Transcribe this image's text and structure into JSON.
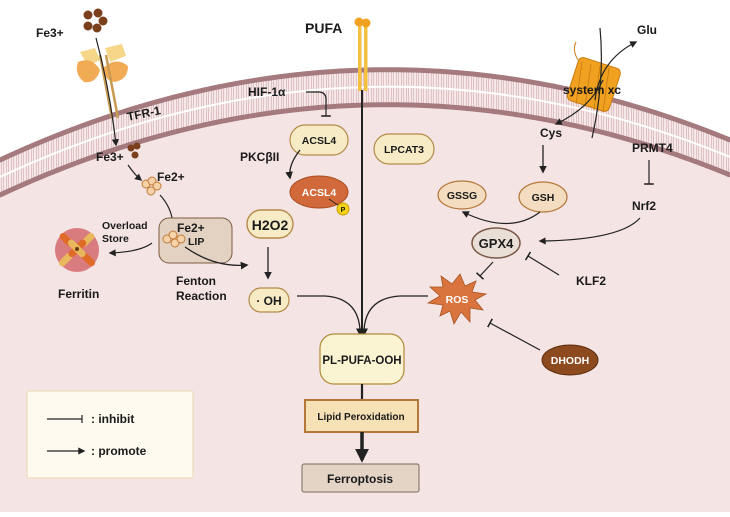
{
  "figure": {
    "title_labels": {
      "pufa": "PUFA",
      "fe3_outside": "Fe3+",
      "tfr1": "TFR-1",
      "fe3_inside": "Fe3+",
      "fe2": "Fe2+",
      "lip_fe2": "Fe2+",
      "lip": "LIP",
      "overload": "Overload",
      "store": "Store",
      "ferritin": "Ferritin",
      "fenton_1": "Fenton",
      "fenton_2": "Reaction",
      "hif": "HIF-1α",
      "pkc": "PKCβII",
      "glu": "Glu",
      "system_xc": "system xc",
      "cys": "Cys",
      "prmt4": "PRMT4",
      "nrf2": "Nrf2",
      "klf2": "KLF2"
    },
    "nodes": {
      "acsl4_top": "ACSL4",
      "acsl4_p": "ACSL4",
      "phospho": "P",
      "lpcat3": "LPCAT3",
      "h2o2": "H2O2",
      "oh": "· OH",
      "gssg": "GSSG",
      "gsh": "GSH",
      "gpx4": "GPX4",
      "ros": "ROS",
      "dhodh": "DHODH",
      "pl_pufa_ooh": "PL-PUFA-OOH",
      "lipid_peroxidation": "Lipid Peroxidation",
      "ferroptosis": "Ferroptosis"
    },
    "legend": {
      "inhibit": ": inhibit",
      "promote": ": promote"
    },
    "colors": {
      "cytoplasm": "#f5e4e4",
      "membrane_head": "#a47a7e",
      "pill_fill": "#f7ebc6",
      "pill_stroke": "#b48a4a",
      "acsl4_dark": "#d2693a",
      "dhodh": "#8c4a1e",
      "ros": "#d9743f",
      "iron": "#7a3f1c",
      "pufa": "#f3c040",
      "system_xc": "#f0a11f",
      "legend_fill": "#fefaef"
    }
  }
}
